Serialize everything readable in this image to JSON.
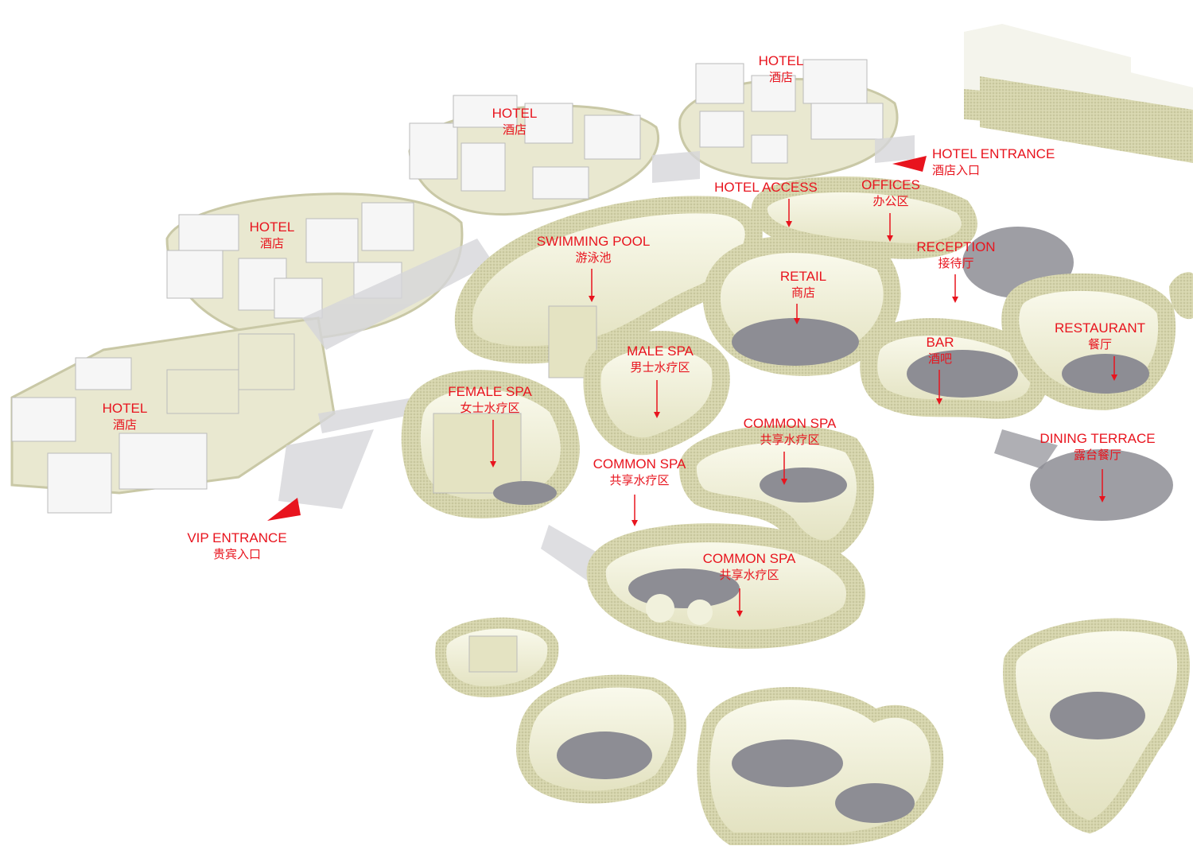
{
  "colors": {
    "wall": "#d9d8b3",
    "wall_dark": "#b9b890",
    "floor": "#f1f1dc",
    "shadow": "#8d8d94",
    "glass": "#d6d6da",
    "building": "#f4f4f4",
    "label": "#e8141e"
  },
  "labels": {
    "hotel_1": {
      "en": "HOTEL",
      "zh": "酒店"
    },
    "hotel_2": {
      "en": "HOTEL",
      "zh": "酒店"
    },
    "hotel_3": {
      "en": "HOTEL",
      "zh": "酒店"
    },
    "hotel_4": {
      "en": "HOTEL",
      "zh": "酒店"
    },
    "hotel_entrance": {
      "en": "HOTEL ENTRANCE",
      "zh": "酒店入口"
    },
    "hotel_access": {
      "en": "HOTEL ACCESS"
    },
    "offices": {
      "en": "OFFICES",
      "zh": "办公区"
    },
    "swimming_pool": {
      "en": "SWIMMING POOL",
      "zh": "游泳池"
    },
    "reception": {
      "en": "RECEPTION",
      "zh": "接待厅"
    },
    "retail": {
      "en": "RETAIL",
      "zh": "商店"
    },
    "restaurant": {
      "en": "RESTAURANT",
      "zh": "餐厅"
    },
    "bar": {
      "en": "BAR",
      "zh": "酒吧"
    },
    "male_spa": {
      "en": "MALE SPA",
      "zh": "男士水疗区"
    },
    "female_spa": {
      "en": "FEMALE SPA",
      "zh": "女士水疗区"
    },
    "common_spa_1": {
      "en": "COMMON SPA",
      "zh": "共享水疗区"
    },
    "common_spa_2": {
      "en": "COMMON SPA",
      "zh": "共享水疗区"
    },
    "common_spa_3": {
      "en": "COMMON SPA",
      "zh": "共享水疗区"
    },
    "dining_terrace": {
      "en": "DINING TERRACE",
      "zh": "露台餐厅"
    },
    "vip_entrance": {
      "en": "VIP ENTRANCE",
      "zh": "贵宾入口"
    }
  }
}
